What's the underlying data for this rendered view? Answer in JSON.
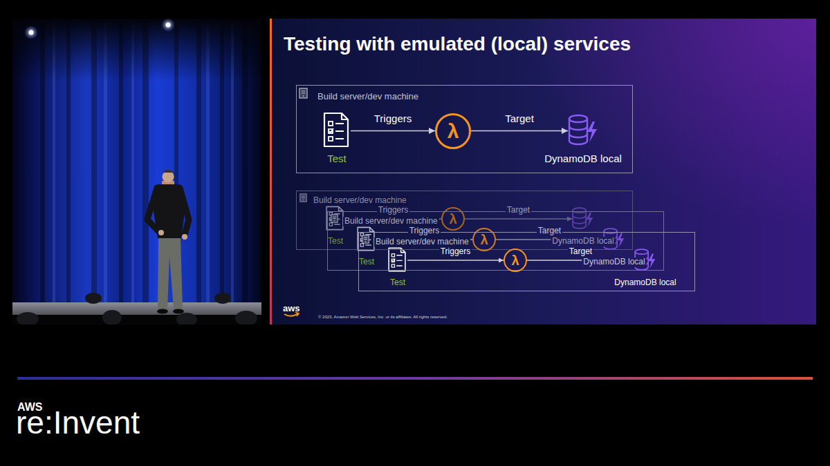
{
  "diagram": {
    "title": "Testing with emulated (local) services",
    "nodes": [
      {
        "text": [
          "Build server/dev machine"
        ]
      },
      {
        "text": [
          "Test"
        ],
        "in": 0
      },
      {
        "text": [
          "λ"
        ],
        "in": 0
      },
      {
        "text": [
          "DynamoDB local"
        ],
        "in": 0
      },
      {
        "text": [
          "Build server/dev machine"
        ]
      },
      {
        "text": [
          "Test"
        ],
        "in": 4
      },
      {
        "text": [
          "λ"
        ],
        "in": 4
      },
      {
        "text": [
          "DynamoDB local"
        ],
        "in": 4
      },
      {
        "text": [
          "Build server/dev machine"
        ]
      },
      {
        "text": [
          "Test"
        ],
        "in": 8
      },
      {
        "text": [
          "λ"
        ],
        "in": 8
      },
      {
        "text": [
          "DynamoDB local"
        ],
        "in": 8
      },
      {
        "text": [
          "Build server/dev machine"
        ]
      },
      {
        "text": [
          "Test"
        ],
        "in": 12
      },
      {
        "text": [
          "λ"
        ],
        "in": 12
      },
      {
        "text": [
          "DynamoDB local"
        ],
        "in": 12
      }
    ],
    "edges": [
      {
        "from": 1,
        "to": 2,
        "arrow": "to",
        "label": "Triggers"
      },
      {
        "from": 2,
        "to": 3,
        "arrow": "to",
        "label": "Target"
      },
      {
        "from": 5,
        "to": 6,
        "arrow": "to",
        "label": "Triggers"
      },
      {
        "from": 6,
        "to": 7,
        "arrow": "to",
        "label": "Target"
      },
      {
        "from": 9,
        "to": 10,
        "arrow": "to",
        "label": "Triggers"
      },
      {
        "from": 10,
        "to": 11,
        "arrow": "to",
        "label": "Target"
      },
      {
        "from": 13,
        "to": 14,
        "arrow": "to",
        "label": "Triggers"
      },
      {
        "from": 14,
        "to": 15,
        "arrow": "to",
        "label": "Target"
      }
    ],
    "labels": [
      "aws",
      "© 2023, Amazon Web Services, Inc. or its affiliates. All rights reserved.",
      "AWS",
      "re:Invent"
    ]
  }
}
